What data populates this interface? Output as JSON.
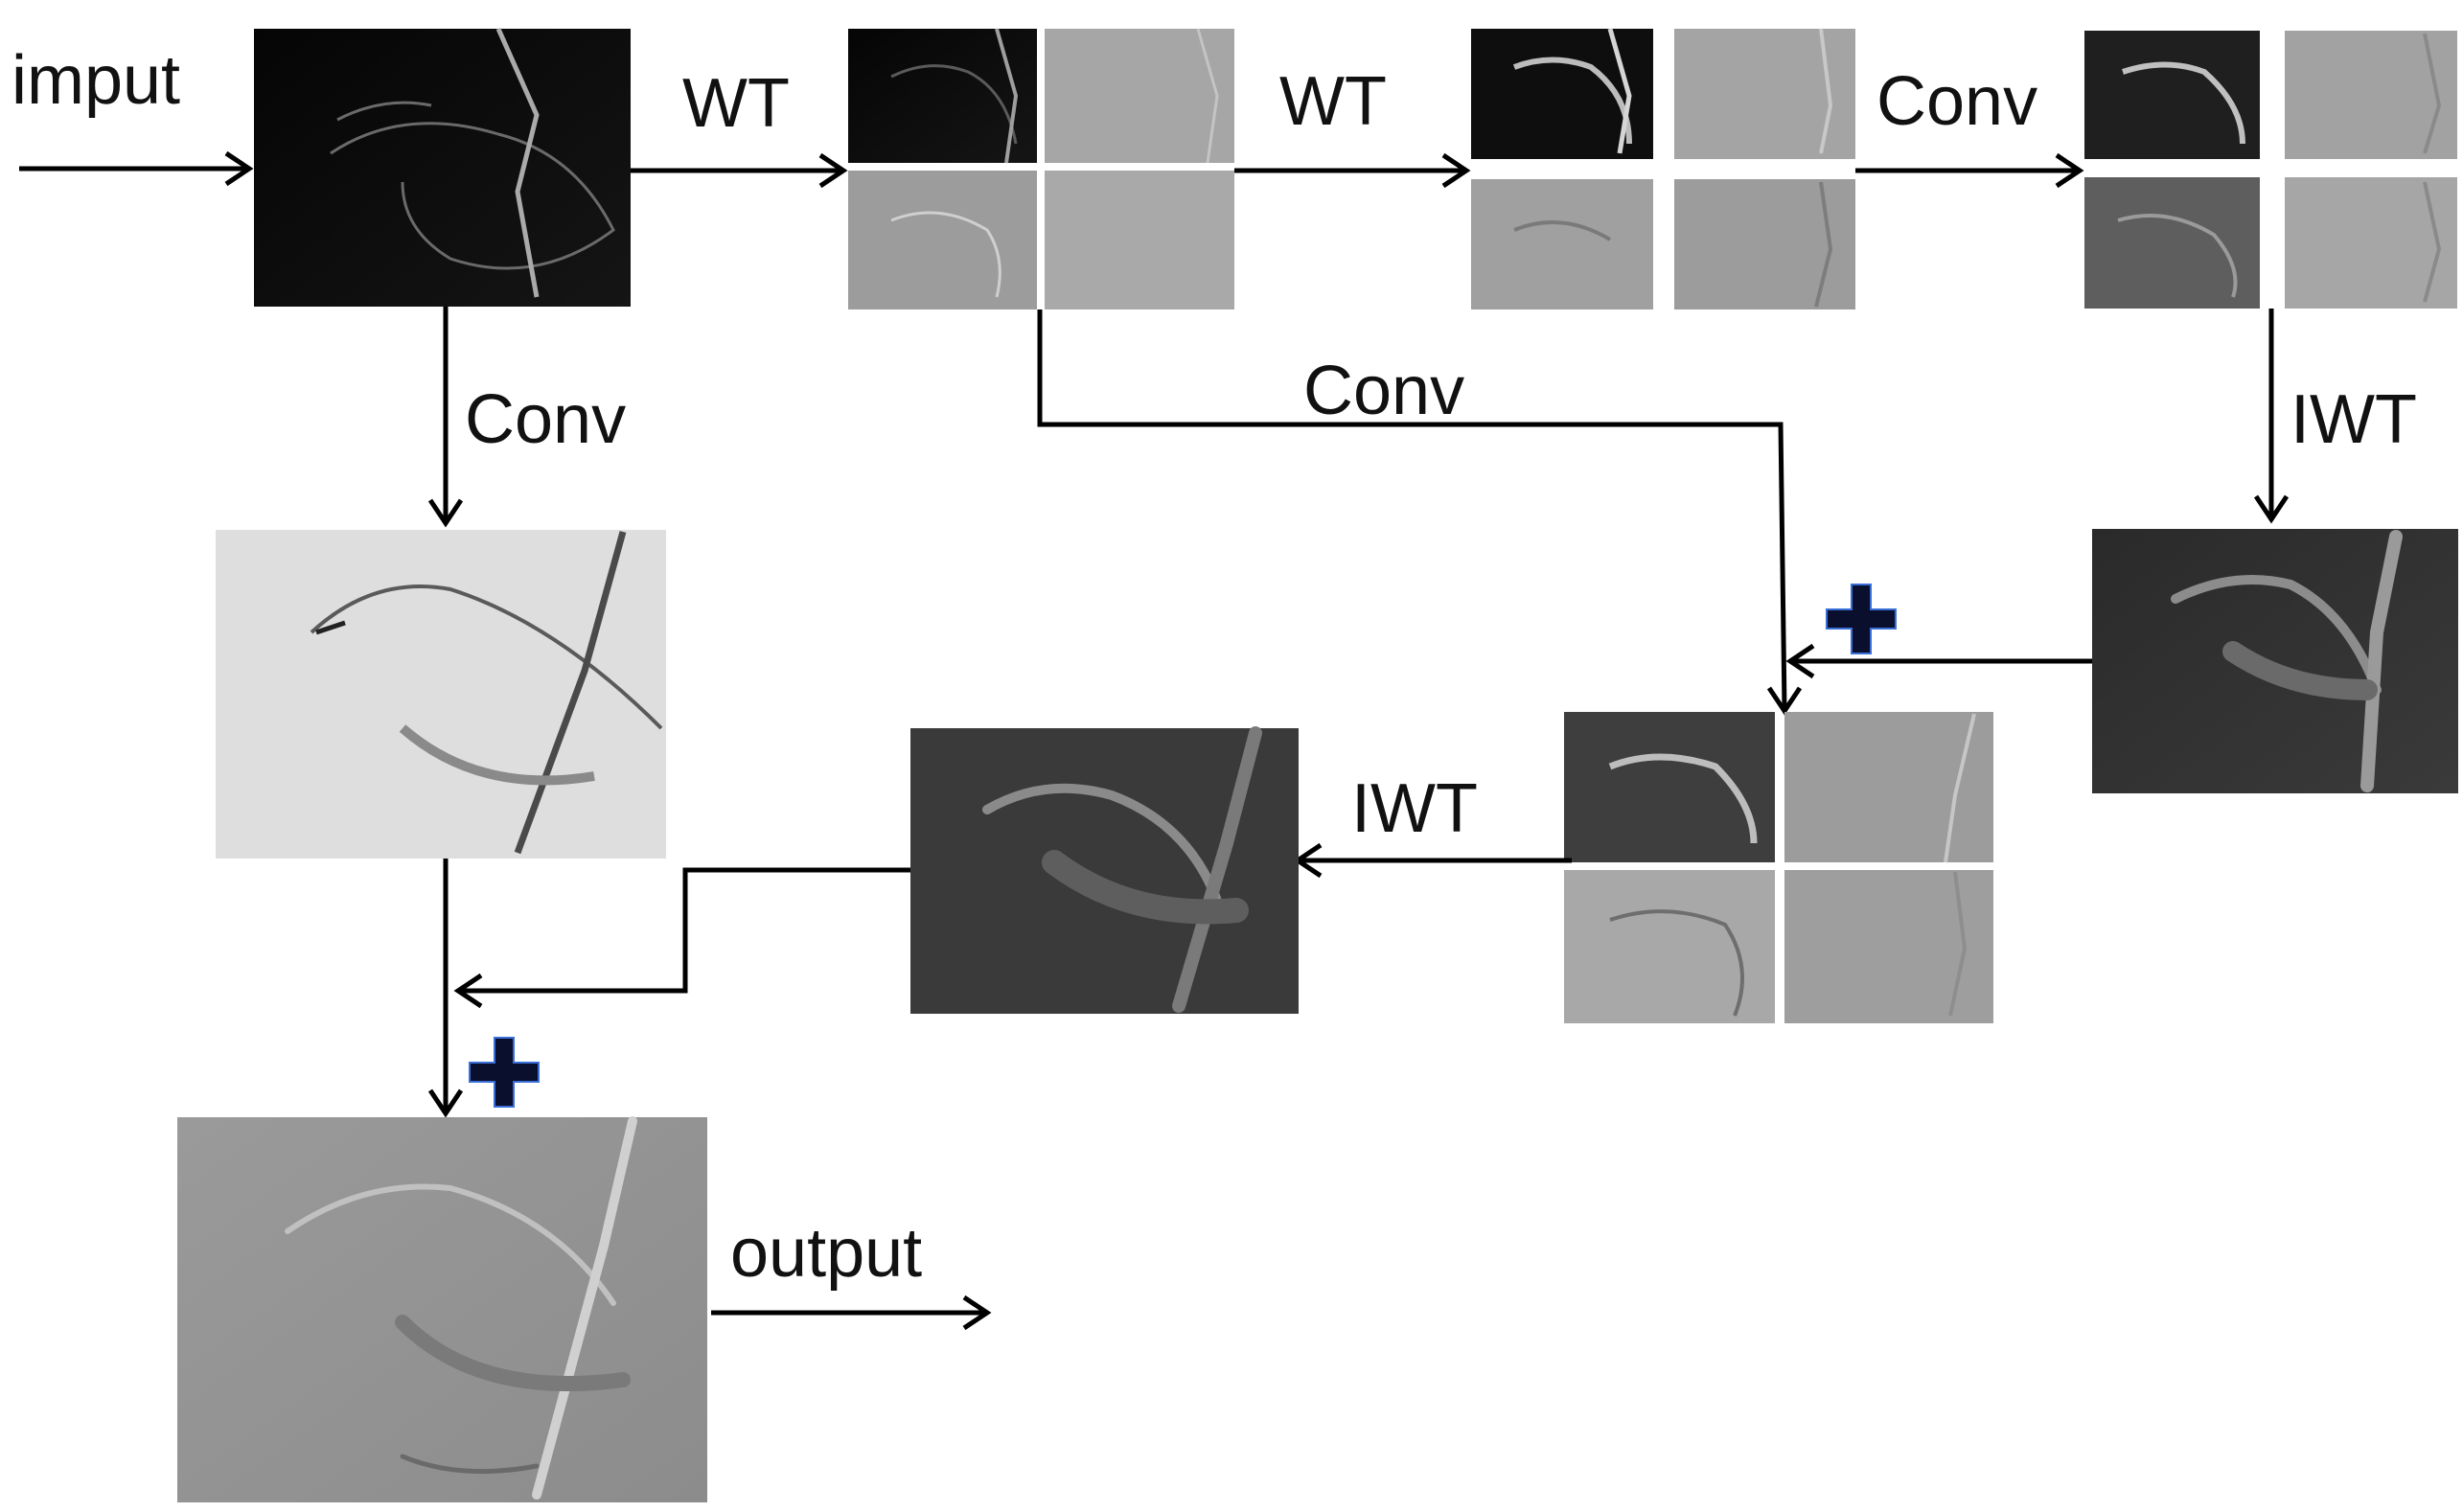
{
  "labels": {
    "input": "imput",
    "wt_1": "WT",
    "wt_2": "WT",
    "conv_top": "Conv",
    "iwt_right": "IWT",
    "conv_middle": "Conv",
    "conv_left": "Conv",
    "iwt_bottom": "IWT",
    "output": "output"
  },
  "colors": {
    "line": "#000000",
    "plus": "#0a0f2e",
    "plus_outline": "#3a6fd8"
  },
  "images": [
    {
      "id": "input-feature-map",
      "content": "bird on branch, dark edge map"
    },
    {
      "id": "wt-level1-subbands",
      "content": "four wavelet subbands LL LH HL HH"
    },
    {
      "id": "wt-level2-subbands",
      "content": "four wavelet subbands"
    },
    {
      "id": "conv-level2-subbands",
      "content": "four convolved subbands"
    },
    {
      "id": "iwt-level2-result",
      "content": "reconstructed bird, low resolution"
    },
    {
      "id": "sum-level1-subbands",
      "content": "four summed subbands"
    },
    {
      "id": "iwt-level1-result",
      "content": "reconstructed bird"
    },
    {
      "id": "conv-input-result",
      "content": "convolved input, light background"
    },
    {
      "id": "output-feature-map",
      "content": "final output bird"
    }
  ]
}
